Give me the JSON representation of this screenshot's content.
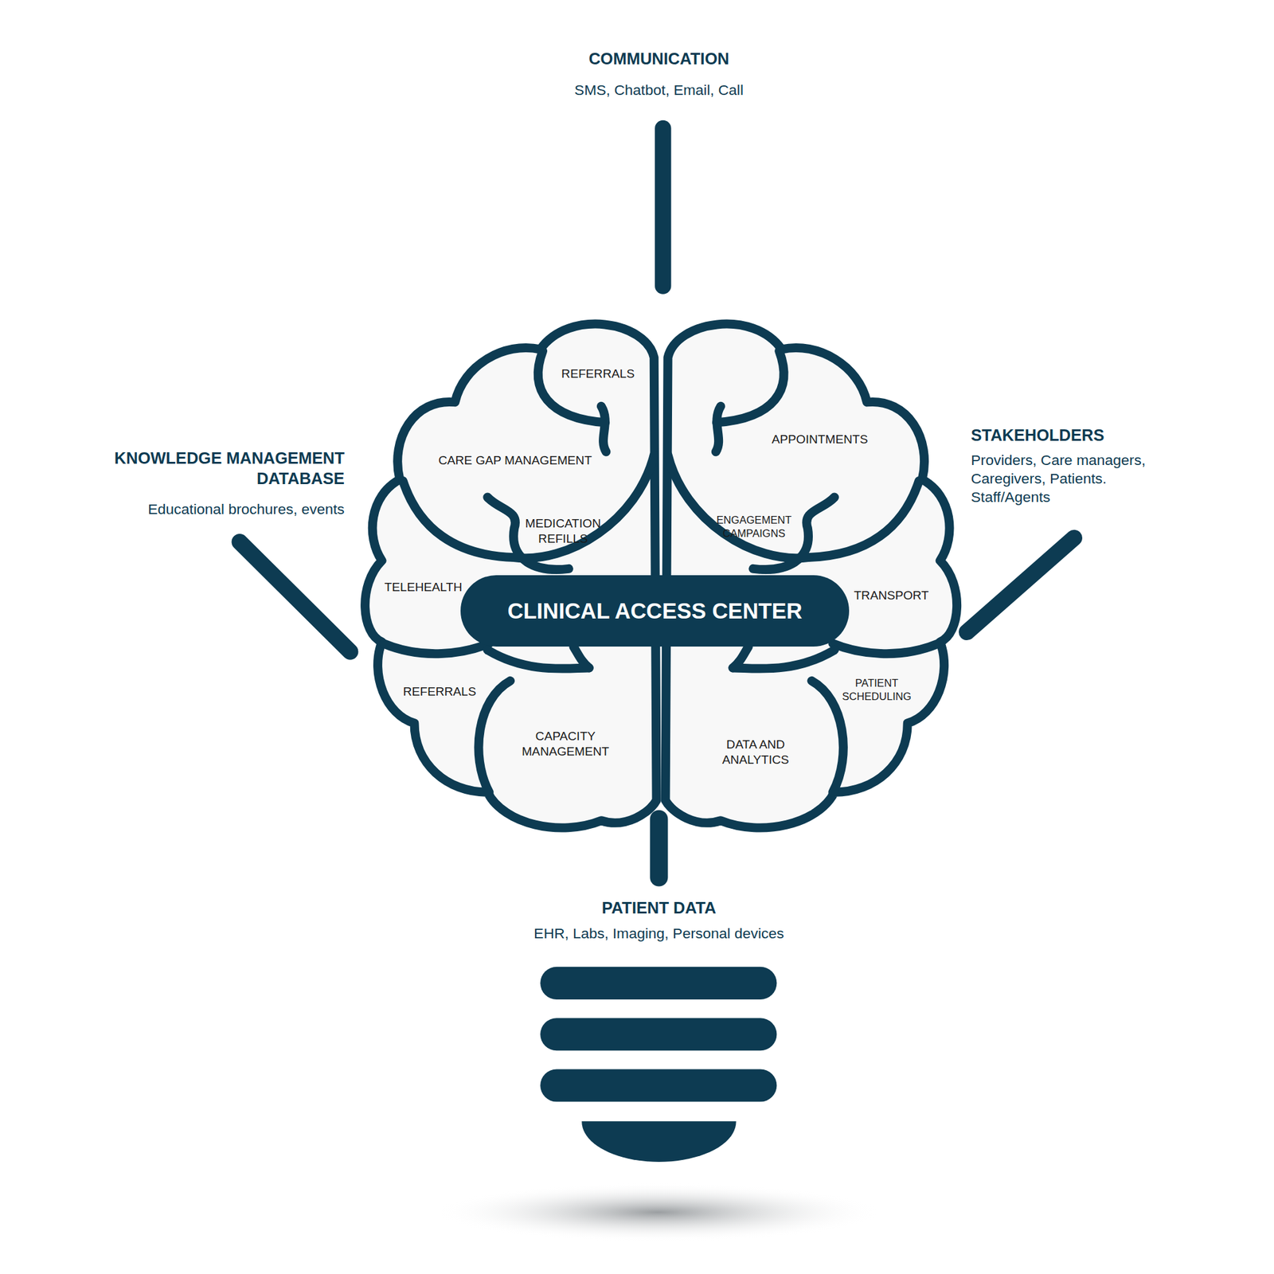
{
  "diagram": {
    "nodes": [
      {
        "text": [
          "CLINICAL ACCESS CENTER"
        ]
      }
    ],
    "labels": [
      "COMMUNICATION",
      "SMS, Chatbot, Email, Call",
      "REFERRALS",
      "APPOINTMENTS",
      "KNOWLEDGE MANAGEMENT DATABASE",
      "STAKEHOLDERS",
      "Providers, Care managers, Caregivers, Patients. Staff/Agents",
      "CARE GAP MANAGEMENT",
      "Educational brochures, events",
      "MEDICATION REFILLS",
      "ENGAGEMENT CAMPAIGNS",
      "TELEHEALTH",
      "TRANSPORT",
      "REFERRALS",
      "PATIENT SCHEDULING",
      "CAPACITY MANAGEMENT",
      "DATA AND ANALYTICS",
      "PATIENT DATA",
      "EHR, Labs, Imaging, Personal devices"
    ]
  }
}
